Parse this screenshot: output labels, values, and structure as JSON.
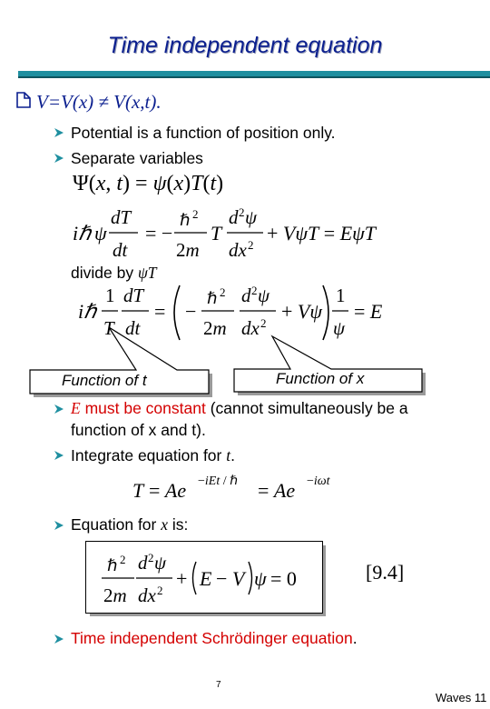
{
  "slide": {
    "title": "Time independent equation",
    "main_point": "V=V(x) ≠ V(x,t).",
    "bullets": {
      "potential": "Potential is a function of position only.",
      "separate": "Separate variables",
      "divide_by_prefix": "divide by ",
      "divide_by_var": "ψT",
      "e_sym": "E",
      "e_constant": " must be constant",
      "e_rest": " (cannot simultaneously be a",
      "e_rest2": "function of x and t).",
      "integrate_prefix": "Integrate equation for ",
      "integrate_var": "t",
      "integrate_suffix": ".",
      "eq_for_prefix": "Equation for ",
      "eq_for_var": "x",
      "eq_for_suffix": " is:",
      "tise": "Time independent Schrödinger equation",
      "tise_suffix": "."
    },
    "callouts": {
      "left": "Function of t",
      "right": "Function of x"
    },
    "equation_number": "[9.4]",
    "footer": {
      "page": "7",
      "label": "Waves 11"
    },
    "colors": {
      "title": "#0b1f8f",
      "rule": "#1e8fa0",
      "highlight": "#d40000",
      "bullet": "#1e8fa0"
    }
  }
}
